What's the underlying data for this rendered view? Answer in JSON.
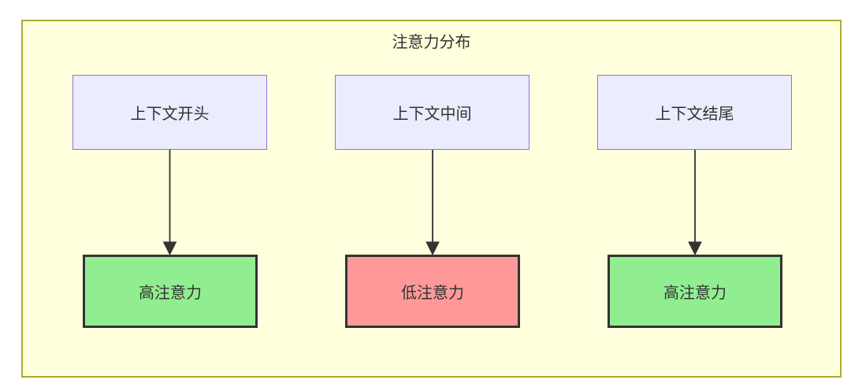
{
  "diagram": {
    "title": "注意力分布",
    "columns": [
      {
        "source": "上下文开头",
        "target": "高注意力",
        "level": "high"
      },
      {
        "source": "上下文中间",
        "target": "低注意力",
        "level": "low"
      },
      {
        "source": "上下文结尾",
        "target": "高注意力",
        "level": "high"
      }
    ],
    "colors": {
      "container_fill": "#ffffde",
      "container_border": "#aaaa33",
      "source_fill": "#ececff",
      "source_border": "#9370db",
      "high_fill": "#90ee90",
      "low_fill": "#ff9999",
      "node_border": "#333333",
      "text": "#333333",
      "arrow": "#333333"
    }
  }
}
